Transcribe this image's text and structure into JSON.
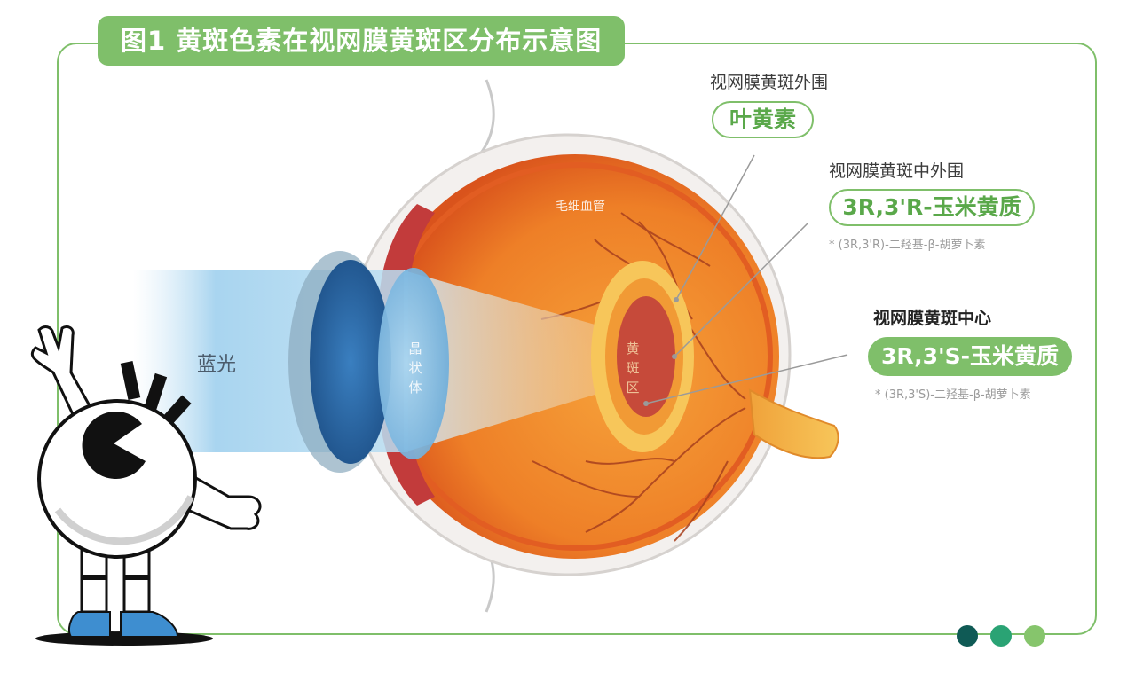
{
  "title": "图1  黄斑色素在视网膜黄斑区分布示意图",
  "labels": {
    "outer_region": "视网膜黄斑外围",
    "outer_pigment": "叶黄素",
    "middle_region": "视网膜黄斑中外围",
    "middle_pigment": "3R,3'R-玉米黄质",
    "middle_note": "* (3R,3'R)-二羟基-β-胡萝卜素",
    "center_region": "视网膜黄斑中心",
    "center_pigment": "3R,3'S-玉米黄质",
    "center_note": "* (3R,3'S)-二羟基-β-胡萝卜素",
    "blue_light": "蓝光",
    "capillaries": "毛细血管",
    "lens_l1": "晶",
    "lens_l2": "状",
    "lens_l3": "体",
    "macula_l1": "黄",
    "macula_l2": "斑",
    "macula_l3": "区"
  },
  "colors": {
    "frame_green": "#7fbf6a",
    "dot_dark": "#0f5a55",
    "dot_mid": "#2aa374",
    "dot_light": "#86c56c",
    "eye_orange": "#f08a2a",
    "macula_yellow": "#f7c65a",
    "macula_red": "#c64a3a"
  },
  "icons": {
    "mascot": "eyeball-mascot-icon"
  }
}
